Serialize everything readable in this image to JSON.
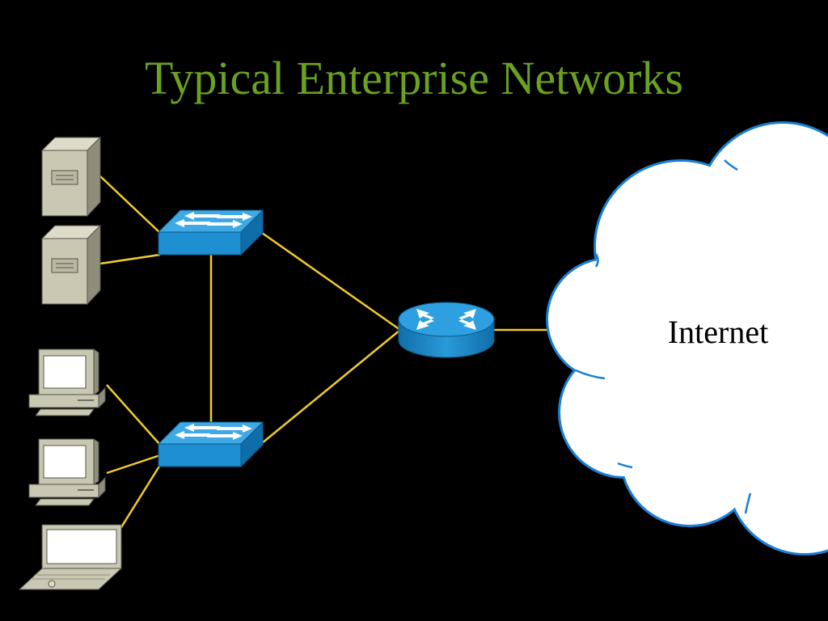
{
  "slide": {
    "title": "Typical Enterprise Networks"
  },
  "cloud": {
    "label": "Internet"
  },
  "colors": {
    "background": "#000000",
    "title": "#6aa121",
    "link": "#f2cc2a",
    "device_blue": "#1e8fd0",
    "cloud_fill": "#ffffff",
    "cloud_stroke": "#1a7fd4",
    "equipment_beige": "#c9c8b2"
  },
  "devices": [
    {
      "id": "server-1",
      "icon": "server-tower-icon"
    },
    {
      "id": "server-2",
      "icon": "server-tower-icon"
    },
    {
      "id": "switch-1",
      "icon": "switch-icon"
    },
    {
      "id": "switch-2",
      "icon": "switch-icon"
    },
    {
      "id": "router",
      "icon": "router-icon"
    },
    {
      "id": "workstation-1",
      "icon": "desktop-pc-icon"
    },
    {
      "id": "workstation-2",
      "icon": "desktop-pc-icon"
    },
    {
      "id": "laptop",
      "icon": "laptop-icon"
    },
    {
      "id": "internet",
      "icon": "cloud-icon"
    }
  ],
  "links": [
    {
      "from": "server-1",
      "to": "switch-1"
    },
    {
      "from": "server-2",
      "to": "switch-1"
    },
    {
      "from": "switch-1",
      "to": "switch-2"
    },
    {
      "from": "switch-1",
      "to": "router"
    },
    {
      "from": "switch-2",
      "to": "router"
    },
    {
      "from": "workstation-1",
      "to": "switch-2"
    },
    {
      "from": "workstation-2",
      "to": "switch-2"
    },
    {
      "from": "laptop",
      "to": "switch-2"
    },
    {
      "from": "router",
      "to": "internet"
    }
  ]
}
